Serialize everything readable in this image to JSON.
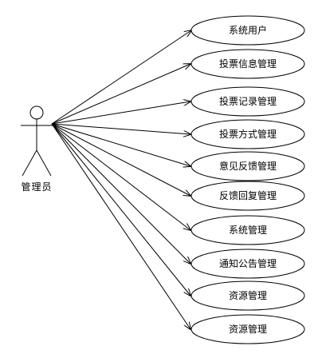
{
  "actor": {
    "label": "管理员"
  },
  "use_cases": [
    {
      "label": "系统用户"
    },
    {
      "label": "投票信息管理"
    },
    {
      "label": "投票记录管理"
    },
    {
      "label": "投票方式管理"
    },
    {
      "label": "意见反馈管理"
    },
    {
      "label": "反馈回复管理"
    },
    {
      "label": "系统管理"
    },
    {
      "label": "通知公告管理"
    },
    {
      "label": "资源管理"
    },
    {
      "label": "资源管理"
    }
  ],
  "colors": {
    "stroke": "#000000",
    "background": "#ffffff"
  }
}
